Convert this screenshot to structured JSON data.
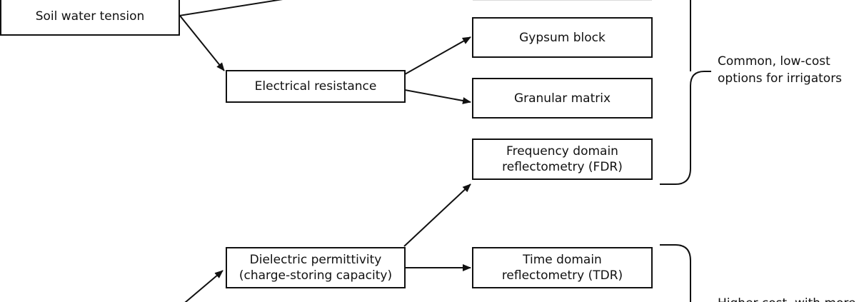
{
  "nodes": {
    "soil_water_tension": "Soil water tension",
    "electrical_resistance": "Electrical resistance",
    "gypsum_block": "Gypsum block",
    "granular_matrix": "Granular matrix",
    "fdr_line1": "Frequency domain",
    "fdr_line2": "reflectometry (FDR)",
    "dielectric_line1": "Dielectric permittivity",
    "dielectric_line2": "(charge-storing capacity)",
    "tdr_line1": "Time domain",
    "tdr_line2": "reflectometry (TDR)"
  },
  "annotations": {
    "common_line1": "Common, low-cost",
    "common_line2": "options for irrigators",
    "bottom_clipped": "Higher cost, with more"
  },
  "colors": {
    "line": "#111111",
    "background": "#ffffff"
  }
}
